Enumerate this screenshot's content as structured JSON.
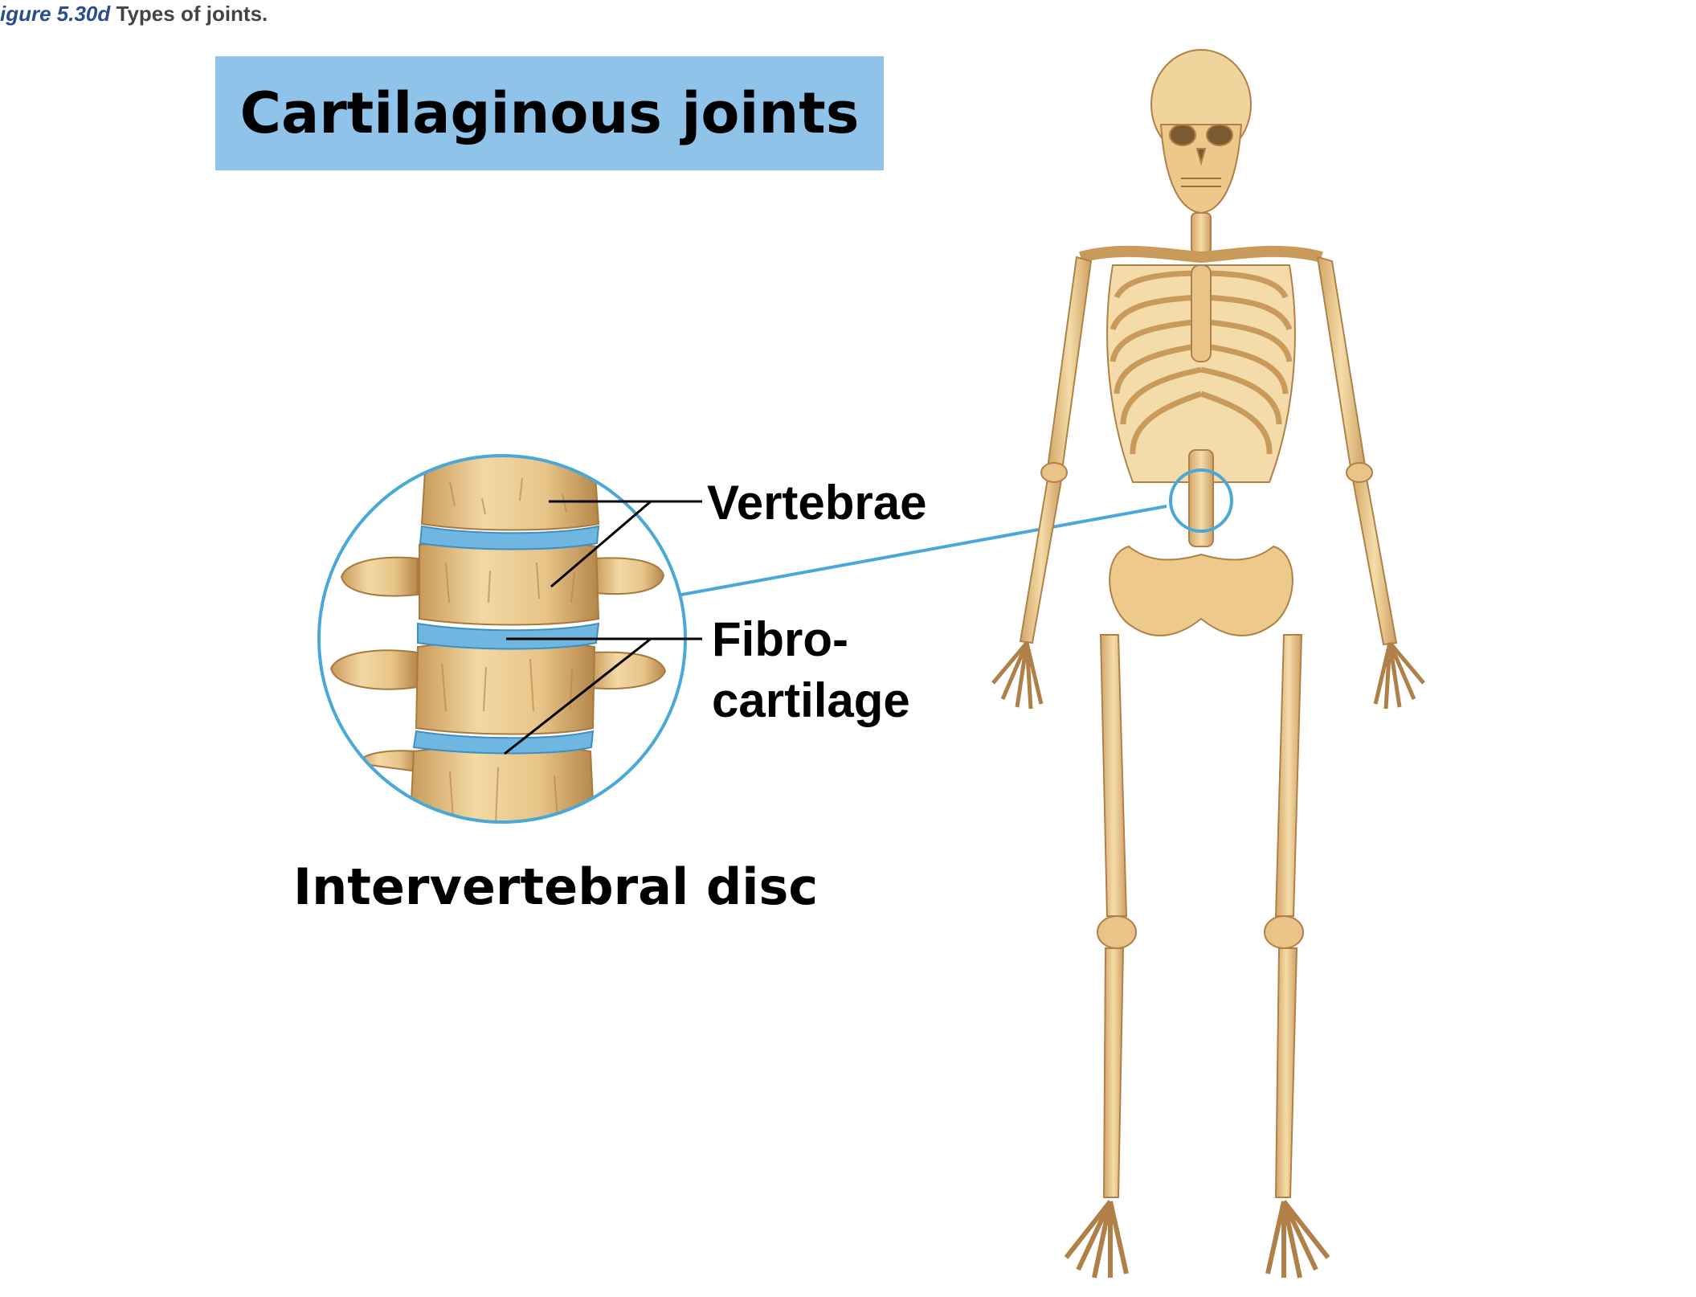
{
  "caption": {
    "figure_number": "igure 5.30d",
    "text": "Types of joints."
  },
  "title": "Cartilaginous joints",
  "labels": {
    "vertebrae": "Vertebrae",
    "fibrocartilage_line1": "Fibro-",
    "fibrocartilage_line2": "cartilage",
    "intervertebral_disc": "Intervertebral disc"
  },
  "colors": {
    "title_background": "#8fc3ea",
    "callout_blue": "#4aa8d8",
    "bone": "#ecc88a",
    "bone_shadow": "#c99a5a",
    "disc_blue": "#6fb6e0"
  }
}
